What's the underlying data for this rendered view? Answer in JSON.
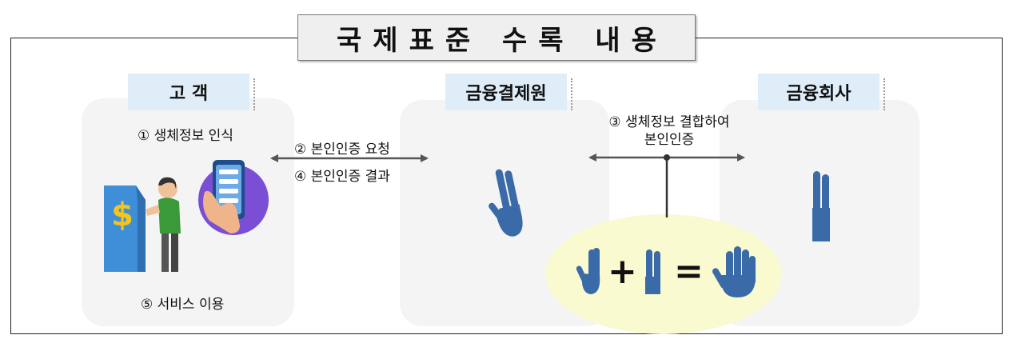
{
  "title": "국제표준 수록 내용",
  "entities": {
    "customer": "고 객",
    "ftc": "금융결제원",
    "fin": "금융회사"
  },
  "steps": {
    "step1": "① 생체정보 인식",
    "step2": "② 본인인증 요청",
    "step3": "③ 생체정보 결합하여 본인인증",
    "step4": "④ 본인인증 결과",
    "step5": "⑤ 서비스 이용"
  },
  "equation": {
    "plus": "+",
    "equals": "="
  },
  "icons": {
    "atm": "atm-dollar-icon",
    "person": "person-icon",
    "phone": "smartphone-hand-icon",
    "partial_hand_ftc": "partial-hand-icon",
    "partial_hand_fin": "partial-hand-icon",
    "full_hand": "full-hand-icon"
  },
  "colors": {
    "hand": "#3b6aa8",
    "header_bg": "#deedf8",
    "panel_bg": "#f4f4f4",
    "highlight": "#fafad0",
    "circle_purple": "#7a4fd6",
    "atm_blue": "#3f8fd8",
    "shirt_green": "#3a9a3a"
  }
}
